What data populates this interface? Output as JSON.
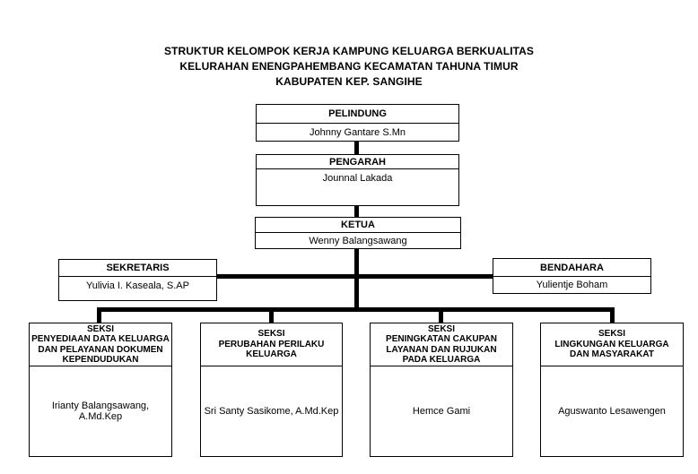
{
  "title": {
    "text": "STRUKTUR KELOMPOK KERJA KAMPUNG KELUARGA BERKUALITAS\nKELURAHAN ENENGPAHEMBANG KECAMATAN TAHUNA TIMUR\nKABUPATEN KEP. SANGIHE"
  },
  "org": {
    "pelindung": {
      "role": "PELINDUNG",
      "name": "Johnny Gantare S.Mn"
    },
    "pengarah": {
      "role": "PENGARAH",
      "name": "Jounnal Lakada"
    },
    "ketua": {
      "role": "KETUA",
      "name": "Wenny Balangsawang"
    },
    "sekretaris": {
      "role": "SEKRETARIS",
      "name": "Yulivia I. Kaseala, S.AP"
    },
    "bendahara": {
      "role": "BENDAHARA",
      "name": "Yulientje Boham"
    },
    "seksi": [
      {
        "role": "SEKSI\nPENYEDIAAN DATA KELUARGA\nDAN PELAYANAN DOKUMEN\nKEPENDUDUKAN",
        "name": "Irianty Balangsawang, A.Md.Kep"
      },
      {
        "role": "SEKSI\nPERUBAHAN PERILAKU\nKELUARGA",
        "name": "Sri Santy Sasikome, A.Md.Kep"
      },
      {
        "role": "SEKSI\nPENINGKATAN CAKUPAN\nLAYANAN DAN RUJUKAN\nPADA KELUARGA",
        "name": "Hemce Gami"
      },
      {
        "role": "SEKSI\nLINGKUNGAN KELUARGA\nDAN MASYARAKAT",
        "name": "Aguswanto Lesawengen"
      }
    ]
  },
  "colors": {
    "background": "#ffffff",
    "border": "#000000",
    "connector": "#000000",
    "text": "#000000"
  }
}
